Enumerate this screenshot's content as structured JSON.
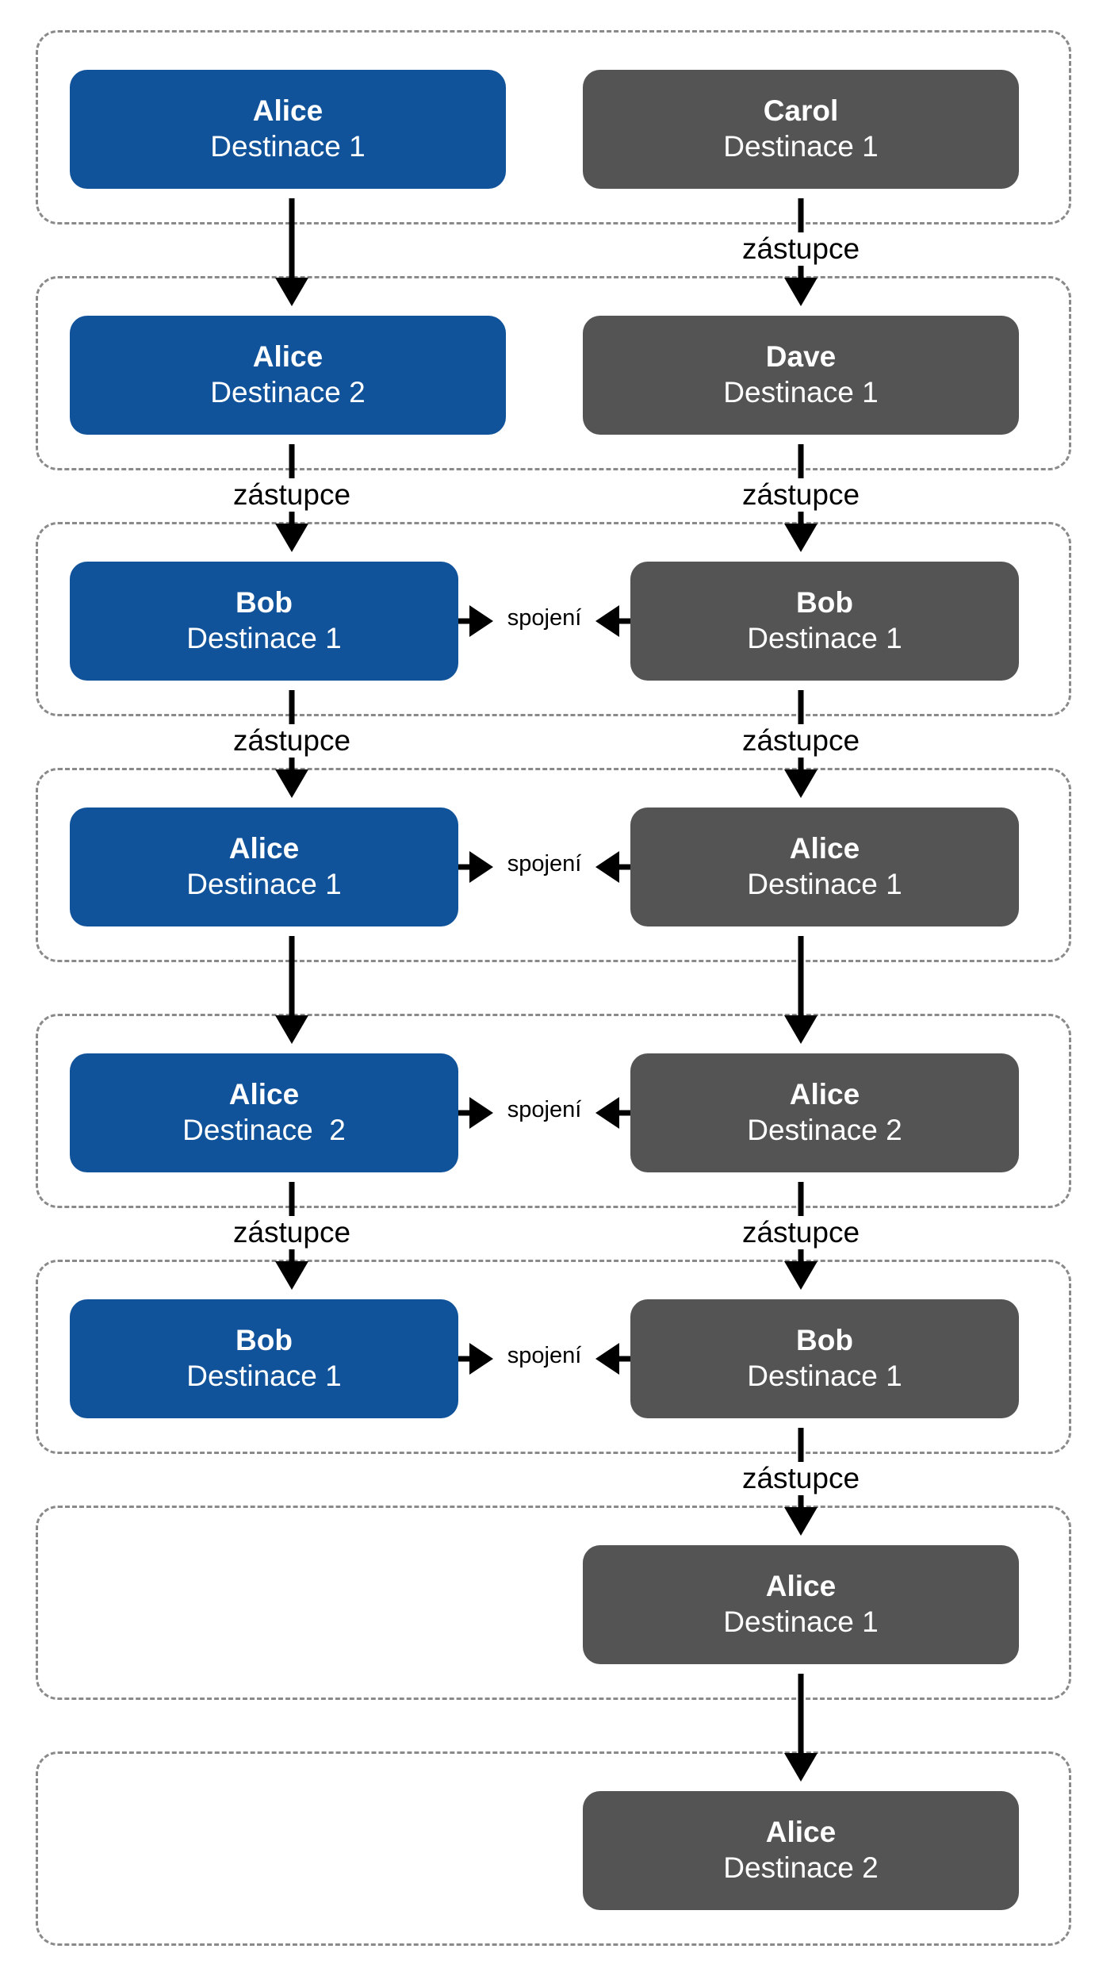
{
  "colors": {
    "left_node": "#10539a",
    "right_node": "#545454",
    "frame": "#8a8a8a",
    "arrow": "#000000"
  },
  "labels": {
    "substitute": "zástupce",
    "connection": "spojení"
  },
  "rows": [
    {
      "left": {
        "name": "Alice",
        "destination": "Destinace 1"
      },
      "right": {
        "name": "Carol",
        "destination": "Destinace 1"
      }
    },
    {
      "left": {
        "name": "Alice",
        "destination": "Destinace 2"
      },
      "right": {
        "name": "Dave",
        "destination": "Destinace 1"
      }
    },
    {
      "left": {
        "name": "Bob",
        "destination": "Destinace 1"
      },
      "right": {
        "name": "Bob",
        "destination": "Destinace 1"
      },
      "connection": "spojení"
    },
    {
      "left": {
        "name": "Alice",
        "destination": "Destinace 1"
      },
      "right": {
        "name": "Alice",
        "destination": "Destinace 1"
      },
      "connection": "spojení"
    },
    {
      "left": {
        "name": "Alice",
        "destination": "Destinace  2"
      },
      "right": {
        "name": "Alice",
        "destination": "Destinace 2"
      },
      "connection": "spojení"
    },
    {
      "left": {
        "name": "Bob",
        "destination": "Destinace 1"
      },
      "right": {
        "name": "Bob",
        "destination": "Destinace 1"
      },
      "connection": "spojení"
    },
    {
      "right": {
        "name": "Alice",
        "destination": "Destinace 1"
      }
    },
    {
      "right": {
        "name": "Alice",
        "destination": "Destinace 2"
      }
    }
  ],
  "transitions": [
    {
      "from_row": 0,
      "side": "left",
      "label": ""
    },
    {
      "from_row": 0,
      "side": "right",
      "label": "zástupce"
    },
    {
      "from_row": 1,
      "side": "left",
      "label": "zástupce"
    },
    {
      "from_row": 1,
      "side": "right",
      "label": "zástupce"
    },
    {
      "from_row": 2,
      "side": "left",
      "label": "zástupce"
    },
    {
      "from_row": 2,
      "side": "right",
      "label": "zástupce"
    },
    {
      "from_row": 3,
      "side": "left",
      "label": ""
    },
    {
      "from_row": 3,
      "side": "right",
      "label": ""
    },
    {
      "from_row": 4,
      "side": "left",
      "label": "zástupce"
    },
    {
      "from_row": 4,
      "side": "right",
      "label": "zástupce"
    },
    {
      "from_row": 5,
      "side": "right",
      "label": "zástupce"
    },
    {
      "from_row": 6,
      "side": "right",
      "label": ""
    }
  ]
}
